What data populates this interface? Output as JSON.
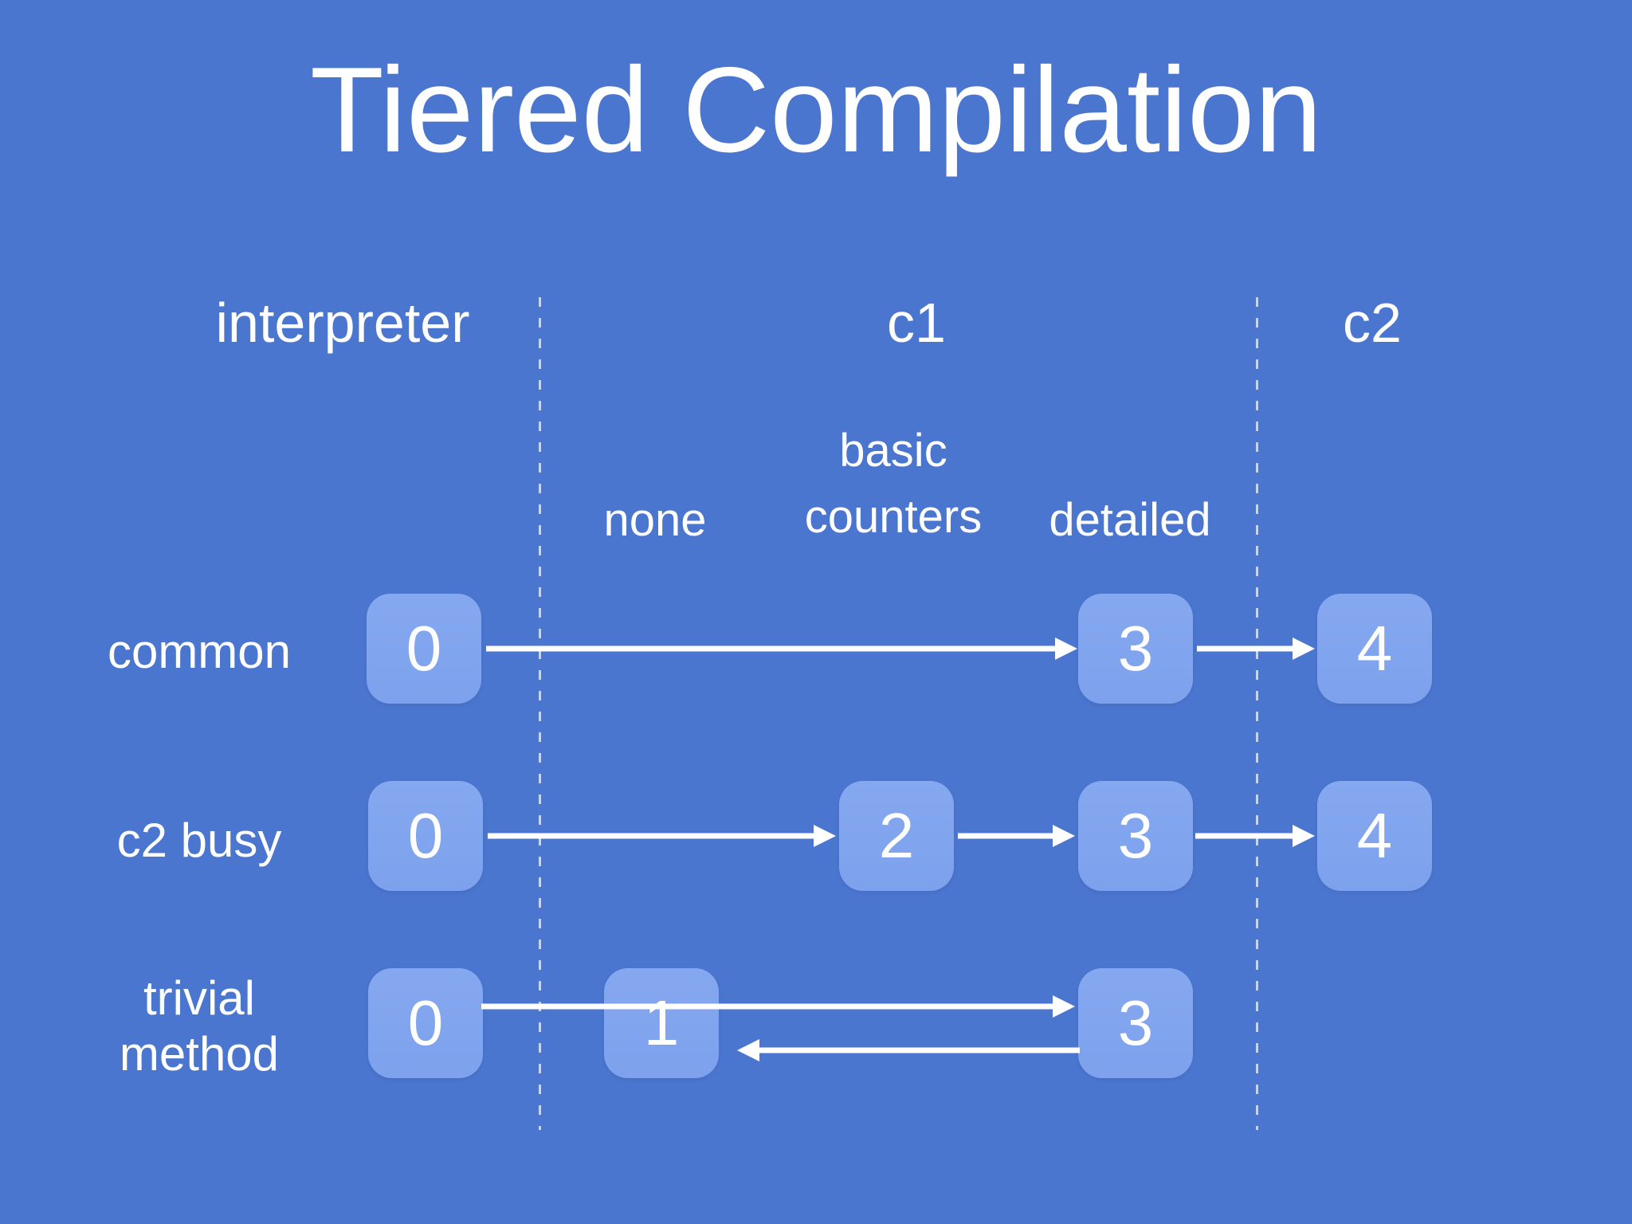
{
  "title": "Tiered Compilation",
  "columns": [
    "interpreter",
    "c1",
    "c2"
  ],
  "c1_profiles": [
    "none",
    "basic counters",
    "detailed"
  ],
  "rows": [
    {
      "label": "common",
      "nodes": [
        "0",
        "3",
        "4"
      ]
    },
    {
      "label": "c2 busy",
      "nodes": [
        "0",
        "2",
        "3",
        "4"
      ]
    },
    {
      "label": "trivial method",
      "nodes": [
        "0",
        "1",
        "3"
      ]
    }
  ],
  "colors": {
    "background": "#4B76CF",
    "box_fill": "#7DA1EC",
    "box_fill_top": "#85A8F0",
    "text": "#FFFFFF",
    "divider": "#D8E6FA"
  }
}
